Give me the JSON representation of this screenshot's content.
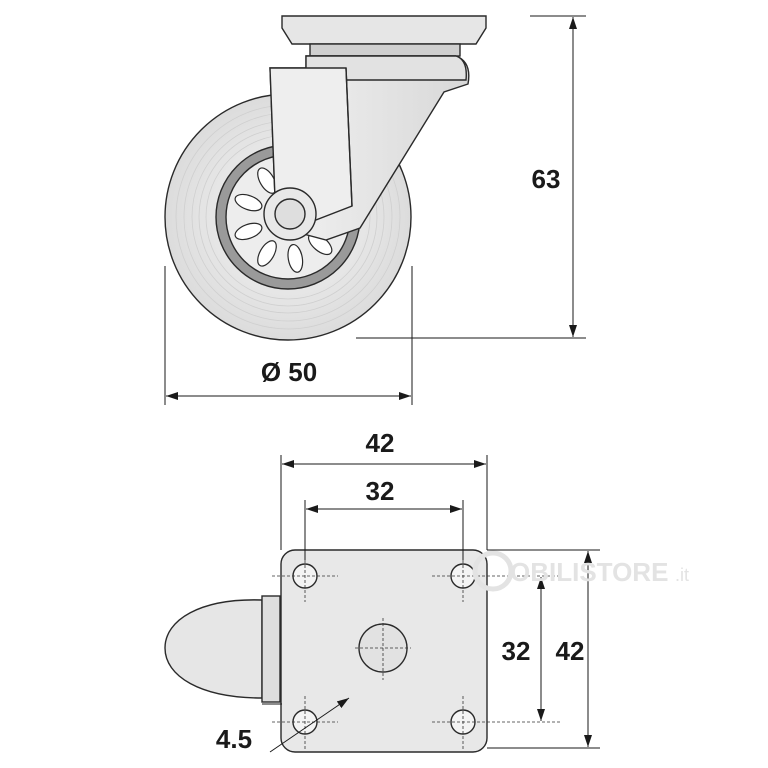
{
  "side_view": {
    "height_label": "63",
    "diameter_label": "Ø 50"
  },
  "top_view": {
    "plate_width_label": "42",
    "hole_spacing_x_label": "32",
    "hole_spacing_y_label": "32",
    "plate_height_label": "42",
    "hole_diameter_label": "4.5"
  },
  "watermark": {
    "brand": "OBILISTORE",
    "suffix": ".it"
  },
  "colors": {
    "metal": "#e8e8e8",
    "tyre": "#ececec",
    "rim_ring": "#9a9a9a",
    "line": "#1a1a1a",
    "watermark": "#e3e3e3"
  }
}
